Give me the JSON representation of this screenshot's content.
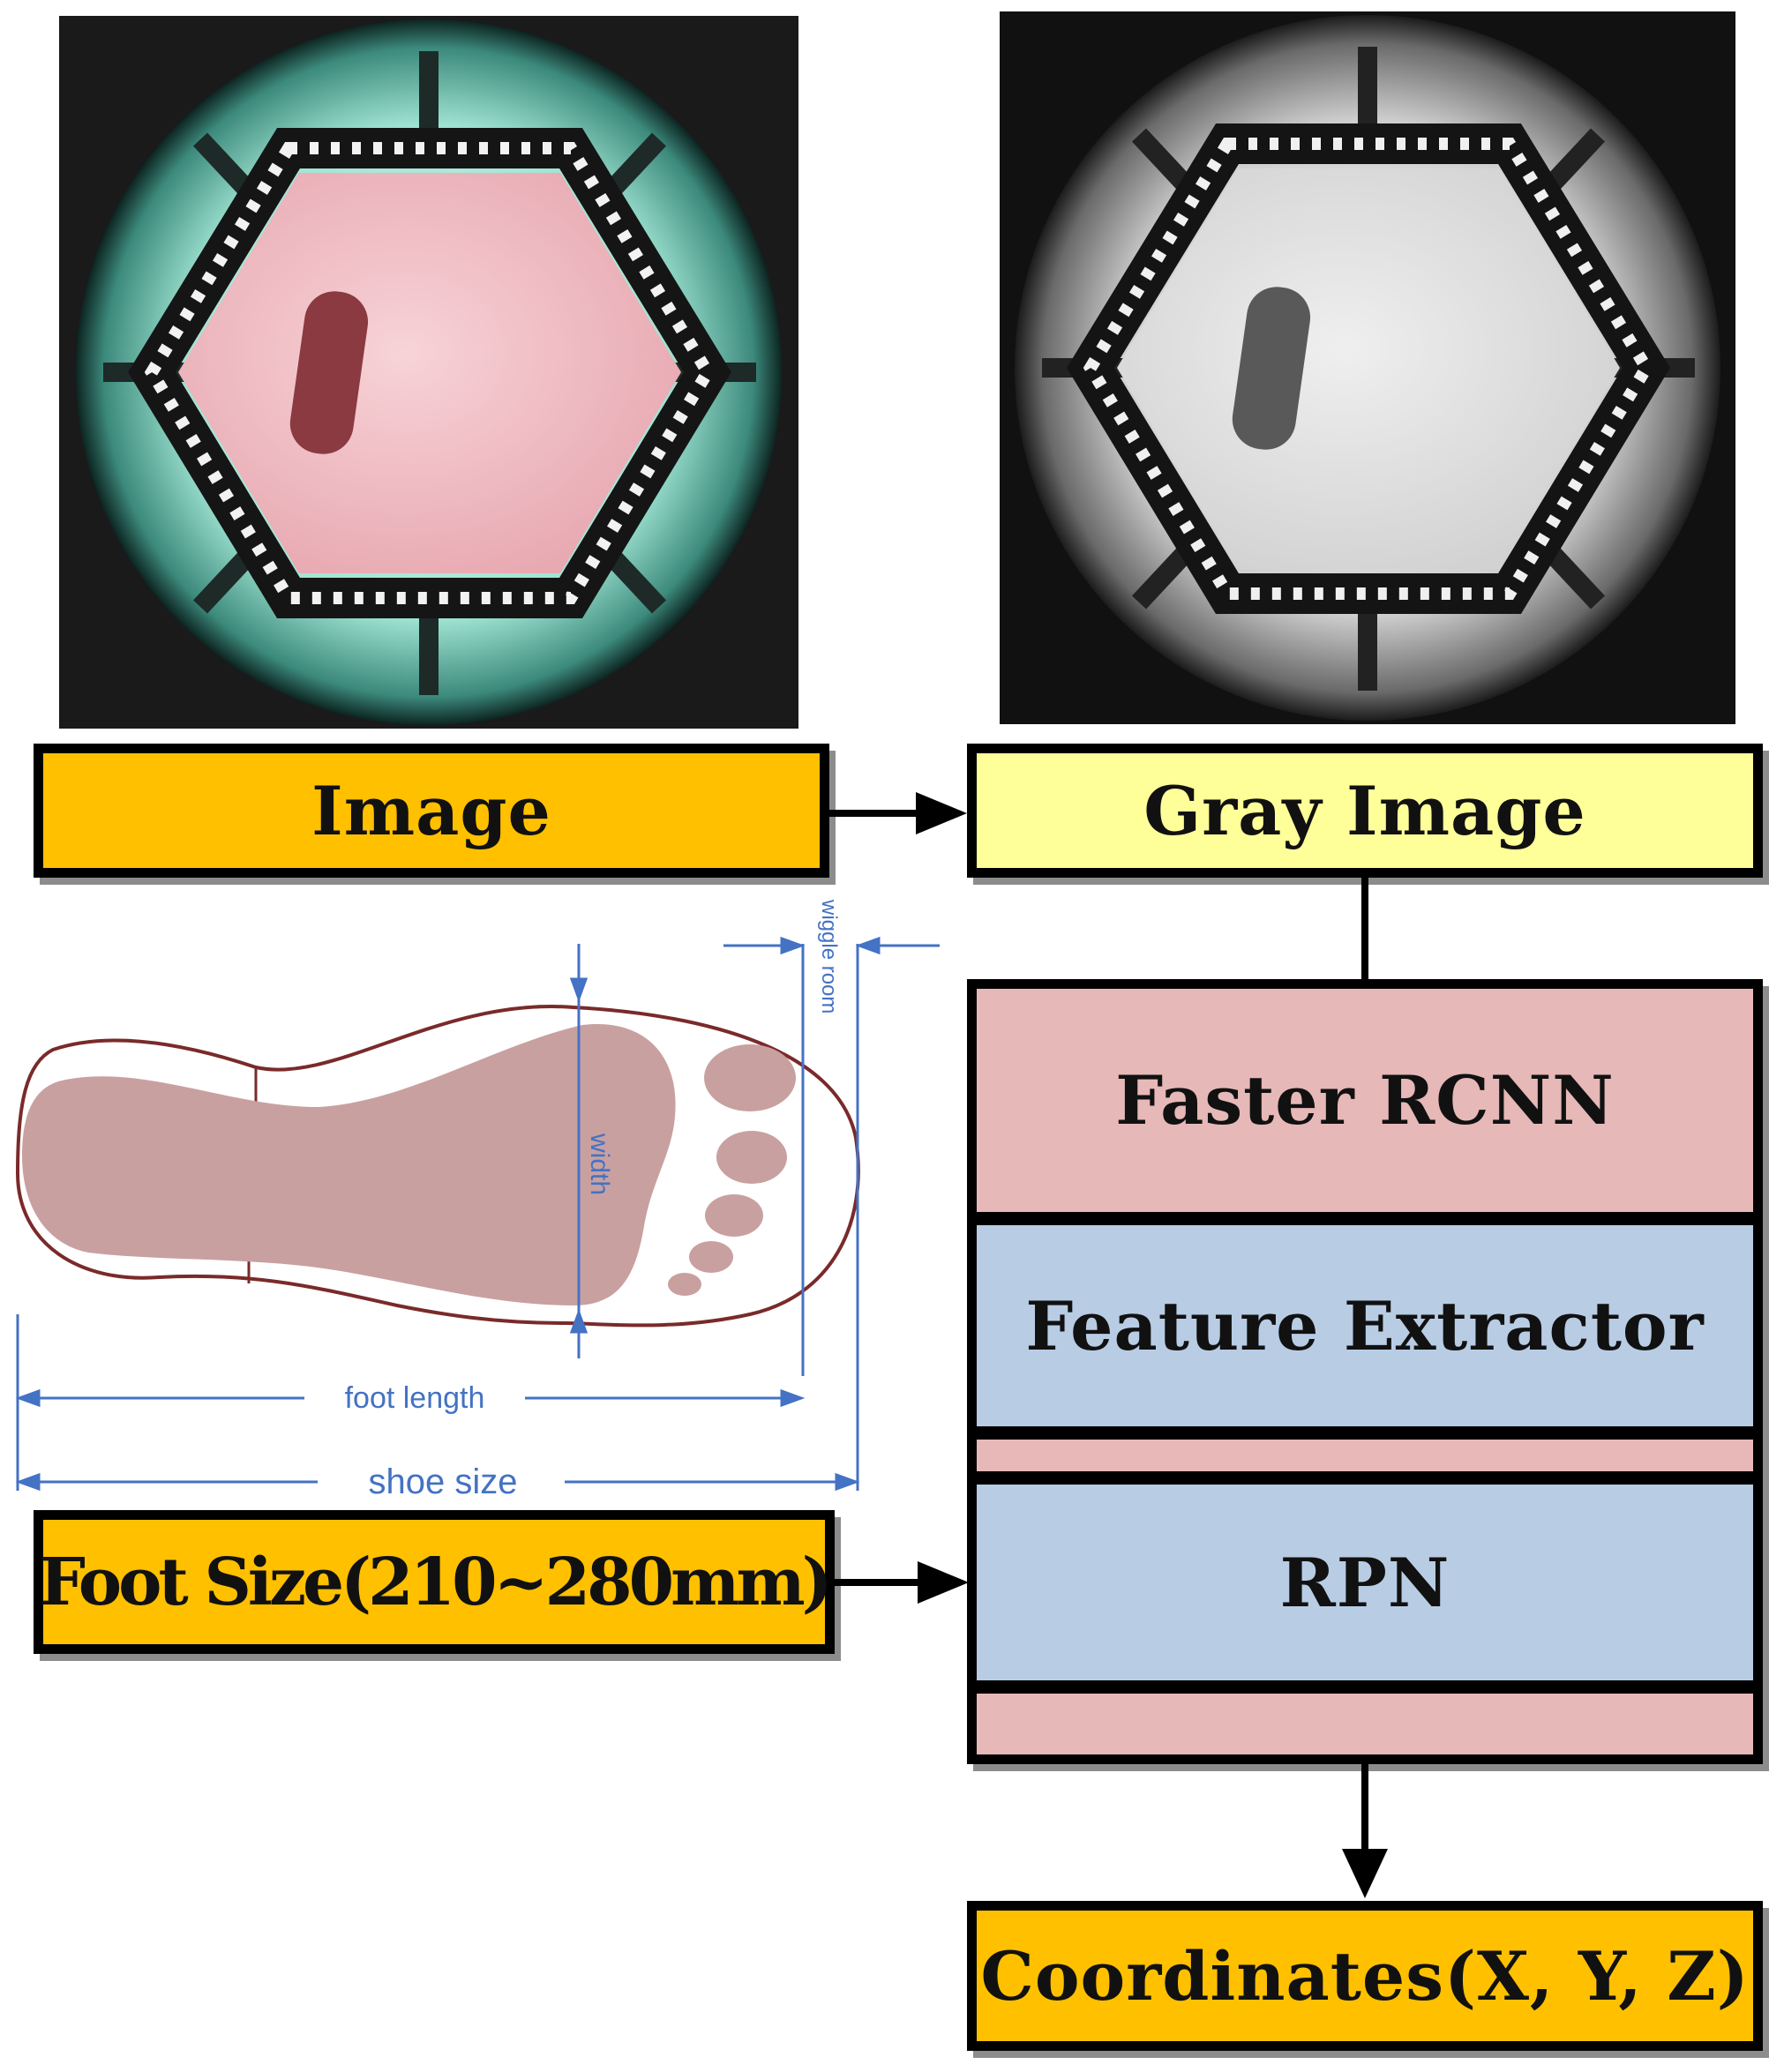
{
  "colors": {
    "orange": "#ffc000",
    "yellow": "#ffff99",
    "pink": "#e6b8b7",
    "blue": "#b8cce4",
    "foot": "#c9a0a0",
    "dimension": "#4472c4"
  },
  "boxes": {
    "image": "Image",
    "gray_image": "Gray Image",
    "foot_size": "Foot Size(210~280mm)",
    "faster_rcnn": "Faster RCNN",
    "feature_extractor": "Feature Extractor",
    "rpn": "RPN",
    "coordinates": "Coordinates(X, Y, Z)"
  },
  "foot_diagram": {
    "width": "width",
    "wiggle_room": "wiggle room",
    "foot_length": "foot length",
    "shoe_size": "shoe size"
  },
  "icons": [
    "color-foot-camera-photo",
    "gray-foot-camera-photo",
    "arrow-right-icon",
    "arrow-down-icon"
  ]
}
